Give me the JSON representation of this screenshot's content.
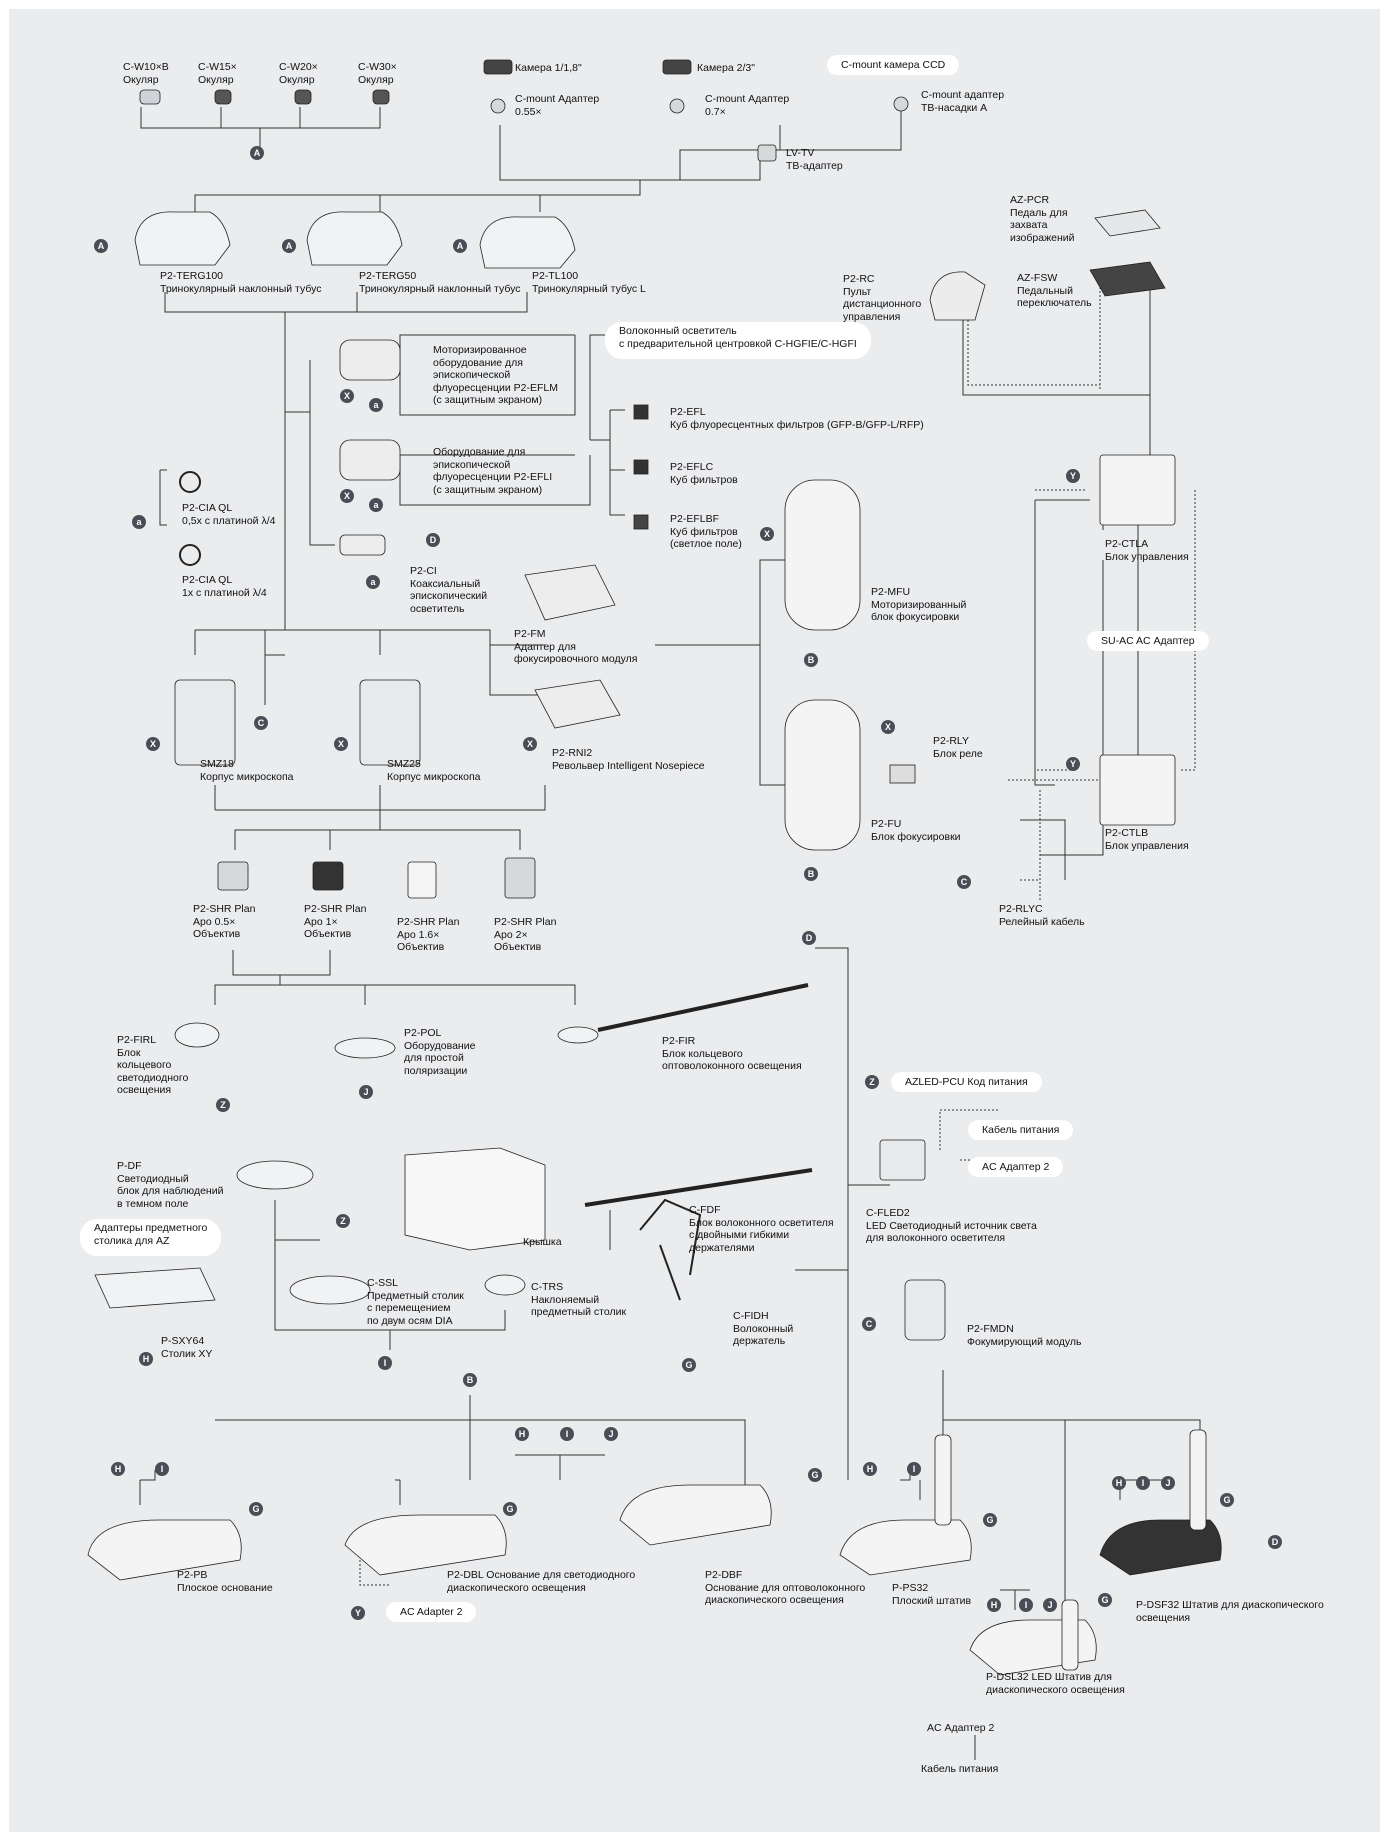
{
  "colors": {
    "background": "#ebecee",
    "line": "#333333",
    "badge": "#4a4d55",
    "pill": "#ffffff"
  },
  "labels": {
    "eyepiece_w10": "C-W10×B\nОкуляр",
    "eyepiece_w15": "C-W15×\nОкуляр",
    "eyepiece_w20": "C-W20×\nОкуляр",
    "eyepiece_w30": "C-W30×\nОкуляр",
    "camera_1_18": "Камера 1/1,8\"",
    "camera_2_3": "Камера 2/3\"",
    "cmount_055": "C-mount Адаптер\n0.55×",
    "cmount_07": "C-mount Адаптер\n0.7×",
    "cmount_a": "C-mount адаптер\nТВ-насадки А",
    "lv_tv": "LV-TV\nТВ-адаптер",
    "terg100": "P2-TERG100\nТринокулярный наклонный тубус",
    "terg50": "P2-TERG50\nТринокулярный наклонный тубус",
    "tl100": "P2-TL100\nТринокулярный тубус L",
    "az_pcr": "AZ-PCR\nПедаль для\nзахвата\nизображений",
    "az_fsw": "AZ-FSW\nПедальный\nпереключатель",
    "p2_rc": "P2-RC\nПульт\nдистанционного\nуправления",
    "eflm": "Моторизированное\nоборудование для\nэпископической\nфлуоресценции P2-EFLM\n(с защитным экраном)",
    "efli": "Оборудование для\nэпископической\nфлуоресценции P2-EFLI\n(с защитным экраном)",
    "efl": "P2-EFL\nКуб флуоресцентных фильтров (GFP-B/GFP-L/RFP)",
    "eflc": "P2-EFLC\nКуб фильтров",
    "eflbf": "P2-EFLBF\nКуб фильтров\n(светлое поле)",
    "cia_05": "P2-CIA QL\n0,5x с платиной λ/4",
    "cia_1": "P2-CIA QL\n1x с платиной λ/4",
    "p2_ci": "P2-CI\nКоаксиальный\nэпископический\nосветитель",
    "p2_fm": "P2-FM\nАдаптер для\nфокусировочного модуля",
    "p2_mfu": "P2-MFU\nМоторизированный\nблок фокусировки",
    "ctla": "P2-CTLA\nБлок управления",
    "smz18": "SMZ18\nКорпус микроскопа",
    "smz25": "SMZ25\nКорпус микроскопа",
    "rni2": "P2-RNI2\nРевольвер Intelligent Nosepiece",
    "rly": "P2-RLY\nБлок реле",
    "p2_fu": "P2-FU\nБлок фокусировки",
    "ctlb": "P2-CTLB\nБлок управления",
    "rlyc": "P2-RLYC\nРелейный кабель",
    "obj05": "P2-SHR Plan\nApo 0.5×\nОбъектив",
    "obj1": "P2-SHR Plan\nApo 1×\nОбъектив",
    "obj16": "P2-SHR Plan\nApo 1.6×\nОбъектив",
    "obj2": "P2-SHR Plan\nApo 2×\nОбъектив",
    "firl": "P2-FIRL\nБлок\nкольцевого\nсветодиодного\nосвещения",
    "pol": "P2-POL\nОборудование\nдля простой\nполяризации",
    "fir": "P2-FIR\nБлок кольцевого\nоптоволоконного освещения",
    "pdf": "P-DF\nСветодиодный\nблок для наблюдений\nв темном поле",
    "cover": "Крышка",
    "ssl": "C-SSL\nПредметный столик\nс перемещением\nпо двум осям DIA",
    "trs": "C-TRS\nНаклоняемый\nпредметный столик",
    "sxy64": "P-SXY64\nСтолик XY",
    "fdf": "C-FDF\nБлок волоконного осветителя\nс двойными гибкими\nдержателями",
    "fidh": "C-FIDH\nВолоконный\nдержатель",
    "fled2": "C-FLED2\nLED Светодиодный источник света\nдля волоконного осветителя",
    "fmdn": "P2-FMDN\nФокумирующий модуль",
    "pb": "P2-PB\nПлоское основание",
    "dbl": "P2-DBL Основание для светодиодного\nдиаскопического освещения",
    "dbf": "P2-DBF\nОснование для оптоволоконного\nдиаскопического освещения",
    "ps32": "P-PS32\nПлоский штатив",
    "dsl32": "P-DSL32 LED Штатив для\nдиаскопического освещения",
    "dsf32": "P-DSF32 Штатив для диаскопического\nосвещения",
    "ac_adapter2": "AC Адаптер 2",
    "power_cable": "Кабель питания"
  },
  "pills": {
    "ccd": "C-mount камера CCD",
    "fiber": "Волоконный осветитель\nс предварительной центровкой C-HGFIE/C-HGFI",
    "su_ac": "SU-AC AC Адаптер",
    "azled": "AZLED-PCU Код питания",
    "power_cable": "Кабель питания",
    "ac_adapter2": "AC Адаптер 2",
    "stage_adapters": "Адаптеры предметного\nстолика для AZ",
    "ac_adapter2_en": "AC Adapter 2"
  },
  "badges": {
    "A": "A",
    "B": "B",
    "C": "C",
    "D": "D",
    "G": "G",
    "H": "H",
    "I": "I",
    "J": "J",
    "X": "X",
    "Y": "Y",
    "Z": "Z",
    "a": "a"
  }
}
